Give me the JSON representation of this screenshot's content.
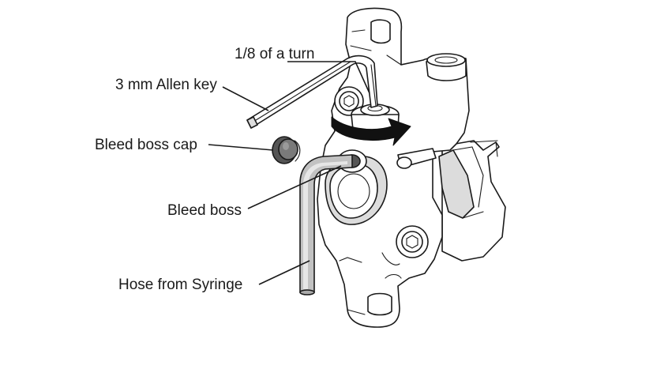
{
  "labels": {
    "turn": "1/8 of a turn",
    "allen_key": "3 mm Allen key",
    "bleed_boss_cap": "Bleed boss cap",
    "bleed_boss": "Bleed boss",
    "hose": "Hose from Syringe"
  },
  "colors": {
    "ink": "#1a1a1a",
    "caliper_fill": "#ffffff",
    "shade_light": "#e4e4e4",
    "shade_mid": "#bdbdbd",
    "shade_dark": "#555555",
    "rotation_arrow": "#111111"
  }
}
